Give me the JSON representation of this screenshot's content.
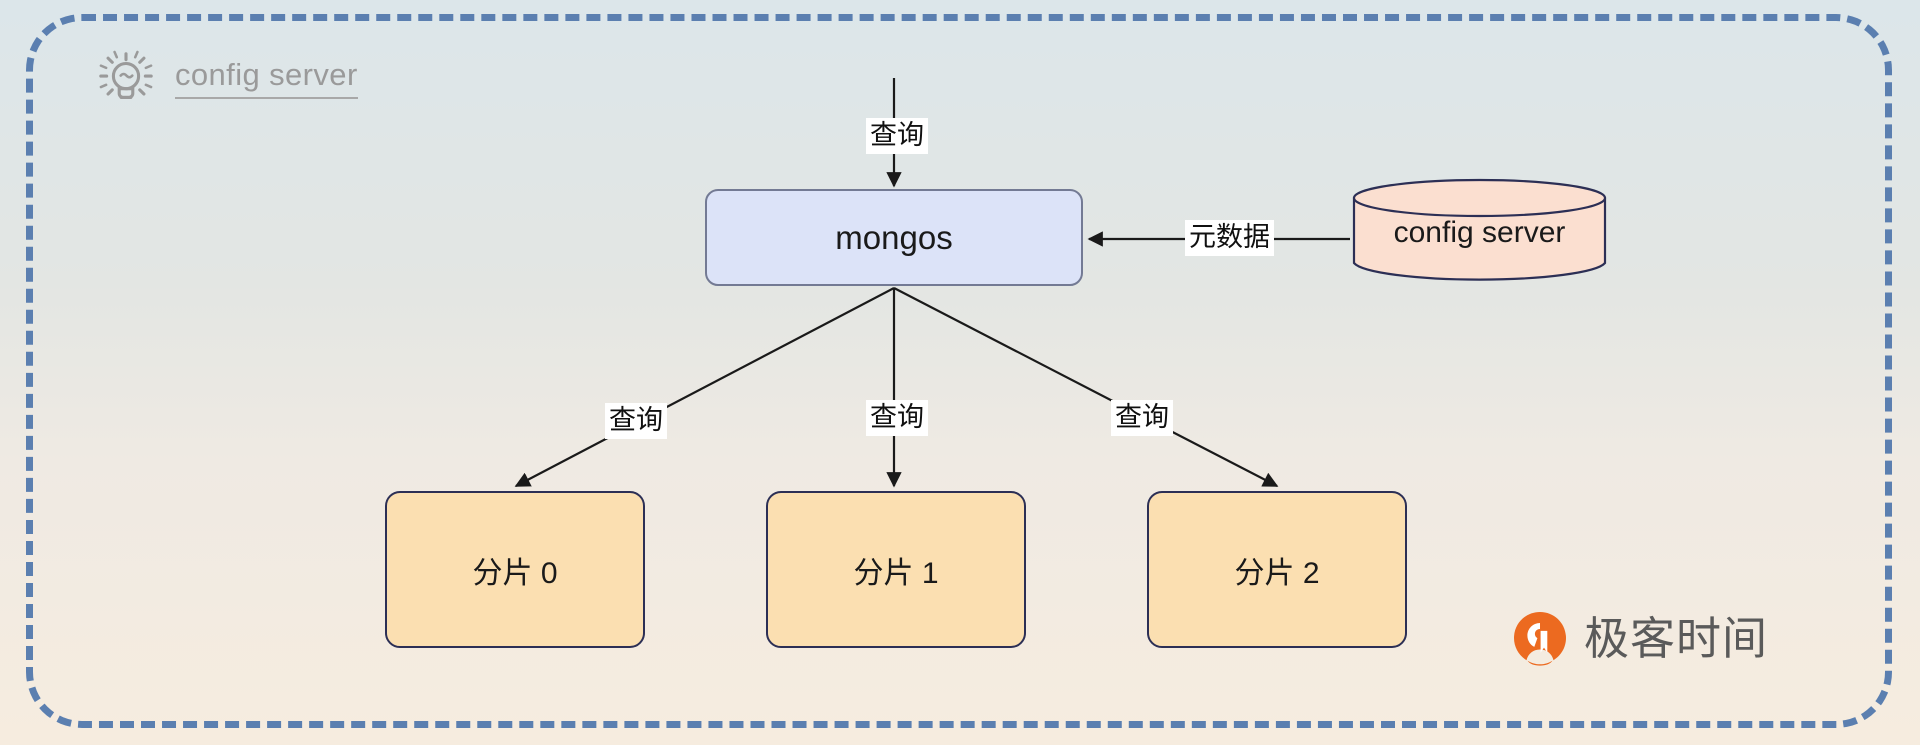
{
  "header": {
    "icon": "lightbulb-icon",
    "title": "config server"
  },
  "frame": {
    "style": "dashed",
    "color": "#5b7fb0"
  },
  "palette": {
    "background_top": "#dce6ea",
    "background_bottom": "#f6ecdf",
    "frame_border": "#5b7fb0",
    "mongos_fill": "#dce3f8",
    "mongos_border": "#737a94",
    "shard_fill": "#fbdfb1",
    "shard_border": "#2c2f55",
    "config_fill": "#fbdfd0",
    "config_border": "#2c2f55",
    "header_text": "#9a9a9a",
    "edge": "#1a1a1a",
    "watermark_orange": "#ec6a20",
    "watermark_gray": "#5a5a5a"
  },
  "nodes": {
    "mongos": {
      "label": "mongos",
      "shape": "rounded-rect"
    },
    "config_server": {
      "label": "config server",
      "shape": "cylinder"
    },
    "shards": [
      {
        "label": "分片 0"
      },
      {
        "label": "分片 1"
      },
      {
        "label": "分片 2"
      }
    ]
  },
  "edges": {
    "client_to_mongos": "查询",
    "mongos_to_shard0": "查询",
    "mongos_to_shard1": "查询",
    "mongos_to_shard2": "查询",
    "config_to_mongos": "元数据"
  },
  "watermark": {
    "brand": "极客时间",
    "mark": "geektime-logo-icon"
  }
}
